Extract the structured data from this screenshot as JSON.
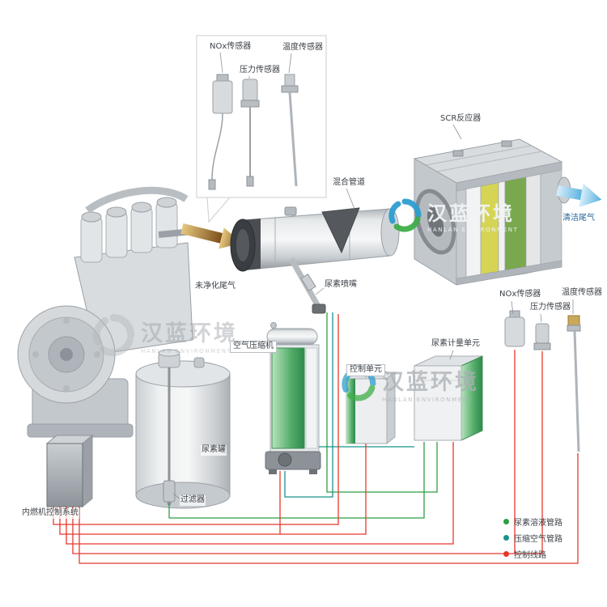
{
  "diagram": {
    "inset": {
      "nox_sensor": "NOx传感器",
      "pressure_sensor": "压力传感器",
      "temperature_sensor": "温度传感器"
    },
    "labels": {
      "raw_exhaust": "未净化尾气",
      "mixing_pipe": "混合管道",
      "urea_nozzle": "尿素喷嘴",
      "scr_reactor": "SCR反应器",
      "clean_exhaust": "清洁尾气",
      "urea_tank": "尿素罐",
      "filter": "过滤器",
      "air_compressor": "空气压缩机",
      "control_unit": "控制单元",
      "urea_metering_unit": "尿素计量单元",
      "engine_control_system": "内燃机控制系统",
      "nox_sensor": "NOx传感器",
      "pressure_sensor": "压力传感器",
      "temperature_sensor": "温度传感器"
    },
    "legend": {
      "items": [
        {
          "label": "尿素溶液管路",
          "color": "#2f9e44"
        },
        {
          "label": "压缩空气管路",
          "color": "#17958a"
        },
        {
          "label": "控制线路",
          "color": "#e8382c"
        }
      ]
    },
    "watermark": {
      "cn": "汉蓝环境",
      "en": "HANLAN ENVIRONMENT"
    },
    "brand": {
      "blue": "#2e9fd0",
      "green": "#3fae49"
    },
    "line_colors": {
      "urea_solution": "#2f9e44",
      "compressed_air": "#17958a",
      "control": "#e8382c"
    },
    "arrow_colors": {
      "raw_exhaust": "#a4713a",
      "clean_exhaust": "#6fc0e8"
    }
  }
}
